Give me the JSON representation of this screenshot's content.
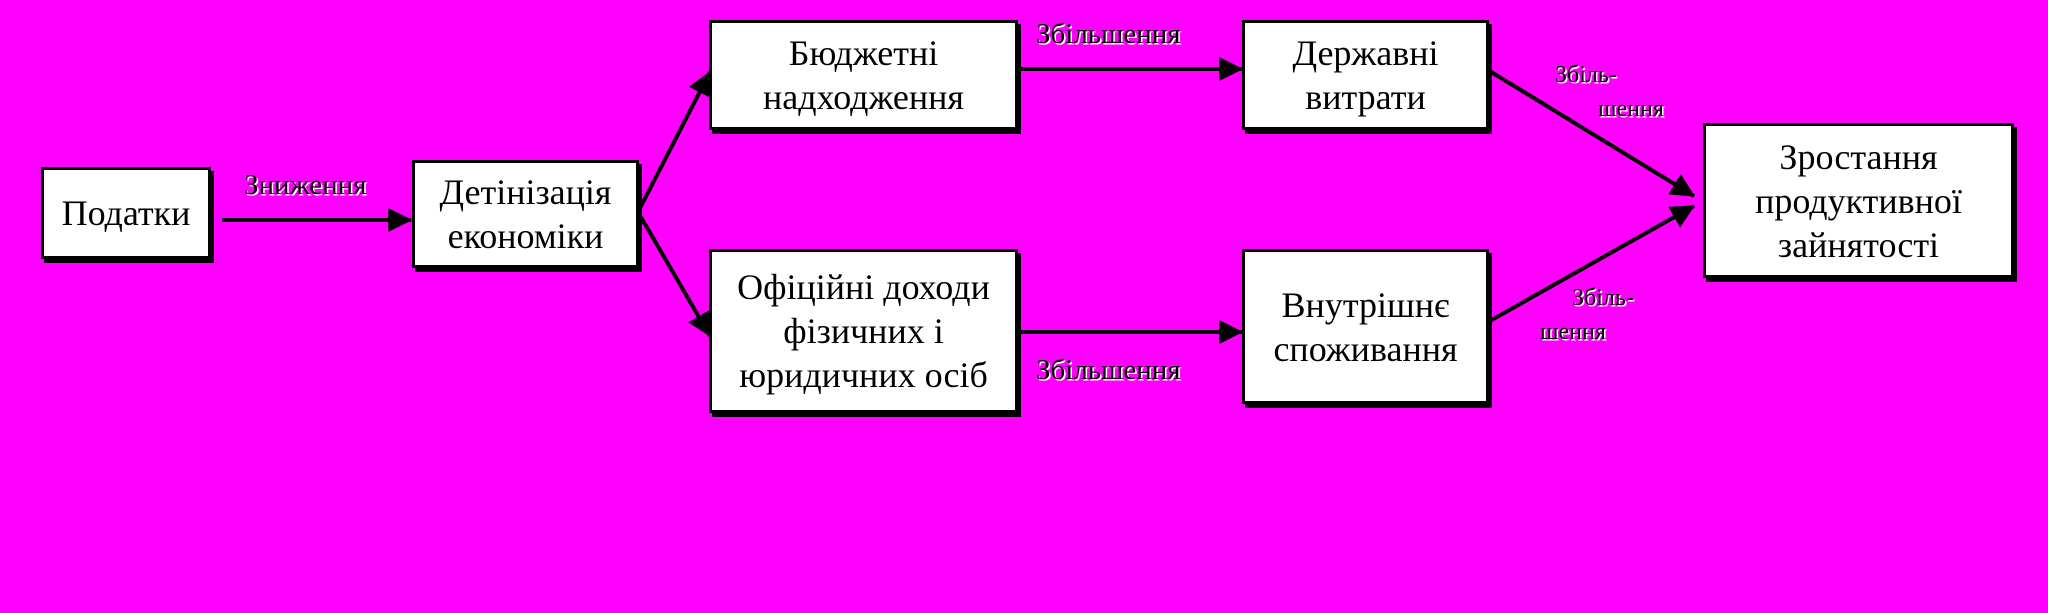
{
  "colors": {
    "background": "#FF00FF",
    "box_fill": "#FFFFFF",
    "box_border": "#000000",
    "arrow": "#000000"
  },
  "nodes": {
    "taxes": "Податки",
    "detinization": "Детінізація\nекономіки",
    "budget_revenues": "Бюджетні\nнадходження",
    "official_incomes": "Офіційні доходи\nфізичних і\nюридичних осіб",
    "government_spending": "Державні\nвитрати",
    "domestic_consumption": "Внутрішнє\nспоживання",
    "productive_employment_growth": "Зростання\nпродуктивної\nзайнятості"
  },
  "edge_labels": {
    "taxes_to_detinization": "Зниження",
    "budget_to_spending": "Збільшення",
    "incomes_to_consumption": "Збільшення",
    "spending_to_employment_line1": "Збіль-",
    "spending_to_employment_line2": "шення",
    "consumption_to_employment_line1": "Збіль-",
    "consumption_to_employment_line2": "шення"
  }
}
